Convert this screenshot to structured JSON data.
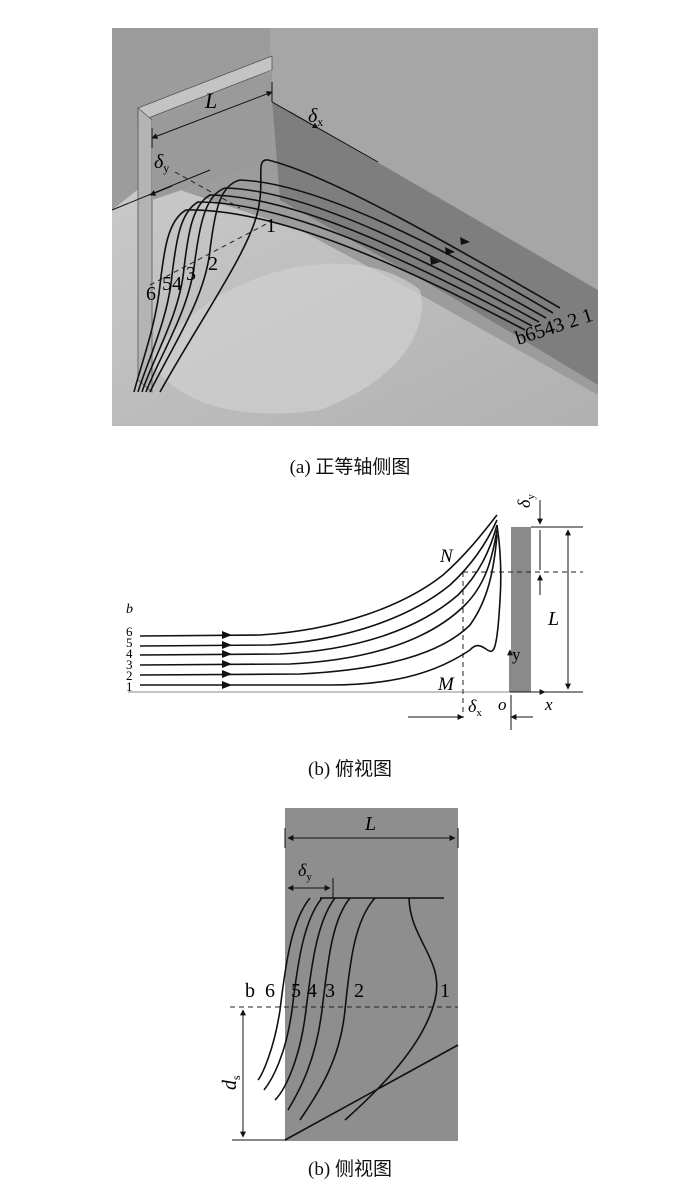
{
  "panel_a": {
    "caption": "(a) 正等轴侧图",
    "dim_L": "L",
    "dim_dx": "δ",
    "dim_dx_sub": "x",
    "dim_dy": "δ",
    "dim_dy_sub": "y",
    "left_labels": [
      "6",
      "54",
      "3",
      "2",
      "1"
    ],
    "right_label": "b6543 2 1"
  },
  "panel_b": {
    "caption": "(b) 俯视图",
    "line_labels": [
      "b",
      "6",
      "5",
      "4",
      "3",
      "2",
      "1"
    ],
    "point_N": "N",
    "point_M": "M",
    "origin": "o",
    "axis_x": "x",
    "axis_y": "y",
    "dim_L": "L",
    "dim_dx": "δ",
    "dim_dx_sub": "x",
    "dim_dy": "δ",
    "dim_dy_sub": "y"
  },
  "panel_c": {
    "caption": "(b) 侧视图",
    "dim_L": "L",
    "dim_dy": "δ",
    "dim_dy_sub": "y",
    "dim_ds": "d",
    "dim_ds_sub": "s",
    "line_labels": [
      "b",
      "6",
      "5",
      "4",
      "3",
      "2",
      "1"
    ]
  },
  "colors": {
    "wall_gray": "#8e8e8e",
    "floor_gray": "#bdbdbd",
    "plate_gray": "#888888",
    "line": "#111111"
  }
}
